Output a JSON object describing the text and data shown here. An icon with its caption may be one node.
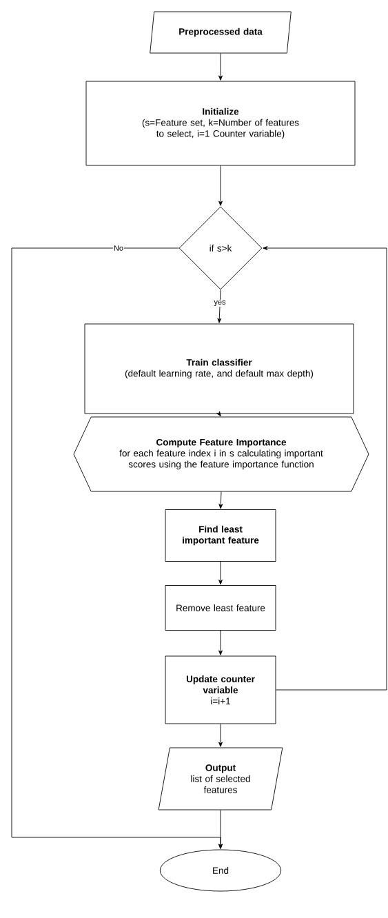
{
  "diagram": {
    "nodes": [
      {
        "text": [
          "Preprocessed data"
        ]
      },
      {
        "text": [
          "Initialize",
          "(s=Feature set, k=Number of features to select, i=1 Counter variable)"
        ]
      },
      {
        "text": [
          "if s>k"
        ]
      },
      {
        "text": [
          "Train classifier",
          "(default learning rate, and default max depth)"
        ]
      },
      {
        "text": [
          "Compute Feature Importance",
          "for each feature index i in s calculating important scores using the feature importance function"
        ]
      },
      {
        "text": [
          "Find least important feature"
        ]
      },
      {
        "text": [
          "Remove  least feature"
        ]
      },
      {
        "text": [
          "Update counter variable",
          "i=i+1"
        ]
      },
      {
        "text": [
          "Output",
          "list of selected features"
        ]
      },
      {
        "text": [
          "End"
        ]
      }
    ],
    "edges": [
      {
        "from": 0,
        "to": 1,
        "arrow": "to"
      },
      {
        "from": 1,
        "to": 2,
        "arrow": "to"
      },
      {
        "from": 2,
        "to": 3,
        "arrow": "to",
        "label": "yes"
      },
      {
        "from": 3,
        "to": 4,
        "arrow": "to"
      },
      {
        "from": 4,
        "to": 5,
        "arrow": "to"
      },
      {
        "from": 5,
        "to": 6,
        "arrow": "to"
      },
      {
        "from": 6,
        "to": 7,
        "arrow": "to"
      },
      {
        "from": 7,
        "to": 8,
        "arrow": "to"
      },
      {
        "from": 8,
        "to": 9,
        "arrow": "to"
      },
      {
        "from": 2,
        "to": 9,
        "arrow": "to",
        "label": "No"
      },
      {
        "from": 7,
        "to": 2,
        "arrow": "to"
      }
    ]
  }
}
